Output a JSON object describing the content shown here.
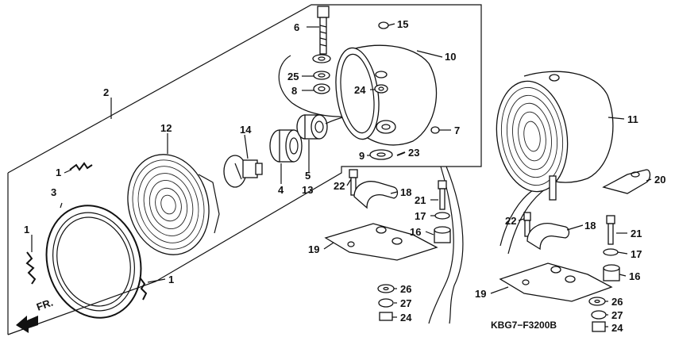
{
  "diagram_code": "KBG7−F3200B",
  "front_label": "FR.",
  "callouts": {
    "c1a": "1",
    "c1b": "1",
    "c1c": "1",
    "c2": "2",
    "c3": "3",
    "c4": "4",
    "c5": "5",
    "c6": "6",
    "c7": "7",
    "c8": "8",
    "c9": "9",
    "c10": "10",
    "c11": "11",
    "c12": "12",
    "c13": "13",
    "c14": "14",
    "c15": "15",
    "c16a": "16",
    "c16b": "16",
    "c17a": "17",
    "c17b": "17",
    "c18a": "18",
    "c18b": "18",
    "c19a": "19",
    "c19b": "19",
    "c20": "20",
    "c21a": "21",
    "c21b": "21",
    "c22a": "22",
    "c22b": "22",
    "c23": "23",
    "c24a": "24",
    "c24b": "24",
    "c24c": "24",
    "c25": "25",
    "c26a": "26",
    "c26b": "26",
    "c27a": "27",
    "c27b": "27"
  }
}
